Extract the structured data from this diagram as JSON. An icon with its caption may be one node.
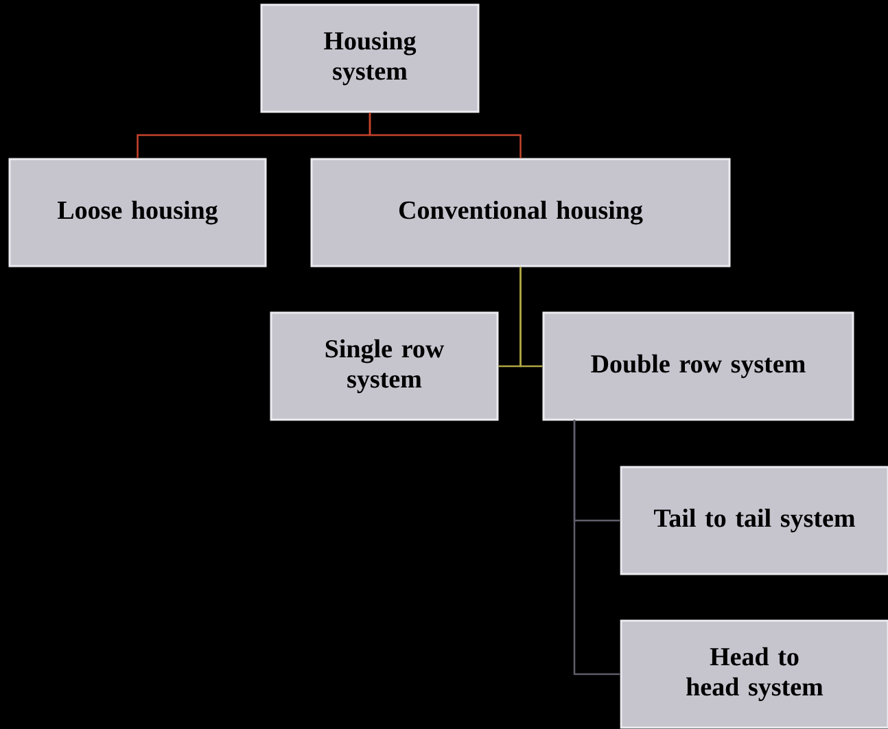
{
  "diagram": {
    "nodes": [
      {
        "text": [
          "Housing system"
        ]
      },
      {
        "text": [
          "Loose housing"
        ]
      },
      {
        "text": [
          "Conventional housing"
        ]
      },
      {
        "text": [
          "Single row system"
        ]
      },
      {
        "text": [
          "Double row system"
        ]
      },
      {
        "text": [
          "Tail to tail system"
        ]
      },
      {
        "text": [
          "Head to head system"
        ]
      }
    ],
    "edges": [
      {
        "from": 0,
        "to": 1,
        "arrow": "none",
        "color": "#c8442c"
      },
      {
        "from": 0,
        "to": 2,
        "arrow": "none",
        "color": "#c8442c"
      },
      {
        "from": 2,
        "to": 3,
        "arrow": "none",
        "color": "#b0a844"
      },
      {
        "from": 2,
        "to": 4,
        "arrow": "none",
        "color": "#b0a844"
      },
      {
        "from": 4,
        "to": 5,
        "arrow": "none",
        "color": "#5e5e6c"
      },
      {
        "from": 4,
        "to": 6,
        "arrow": "none",
        "color": "#5e5e6c"
      }
    ]
  }
}
